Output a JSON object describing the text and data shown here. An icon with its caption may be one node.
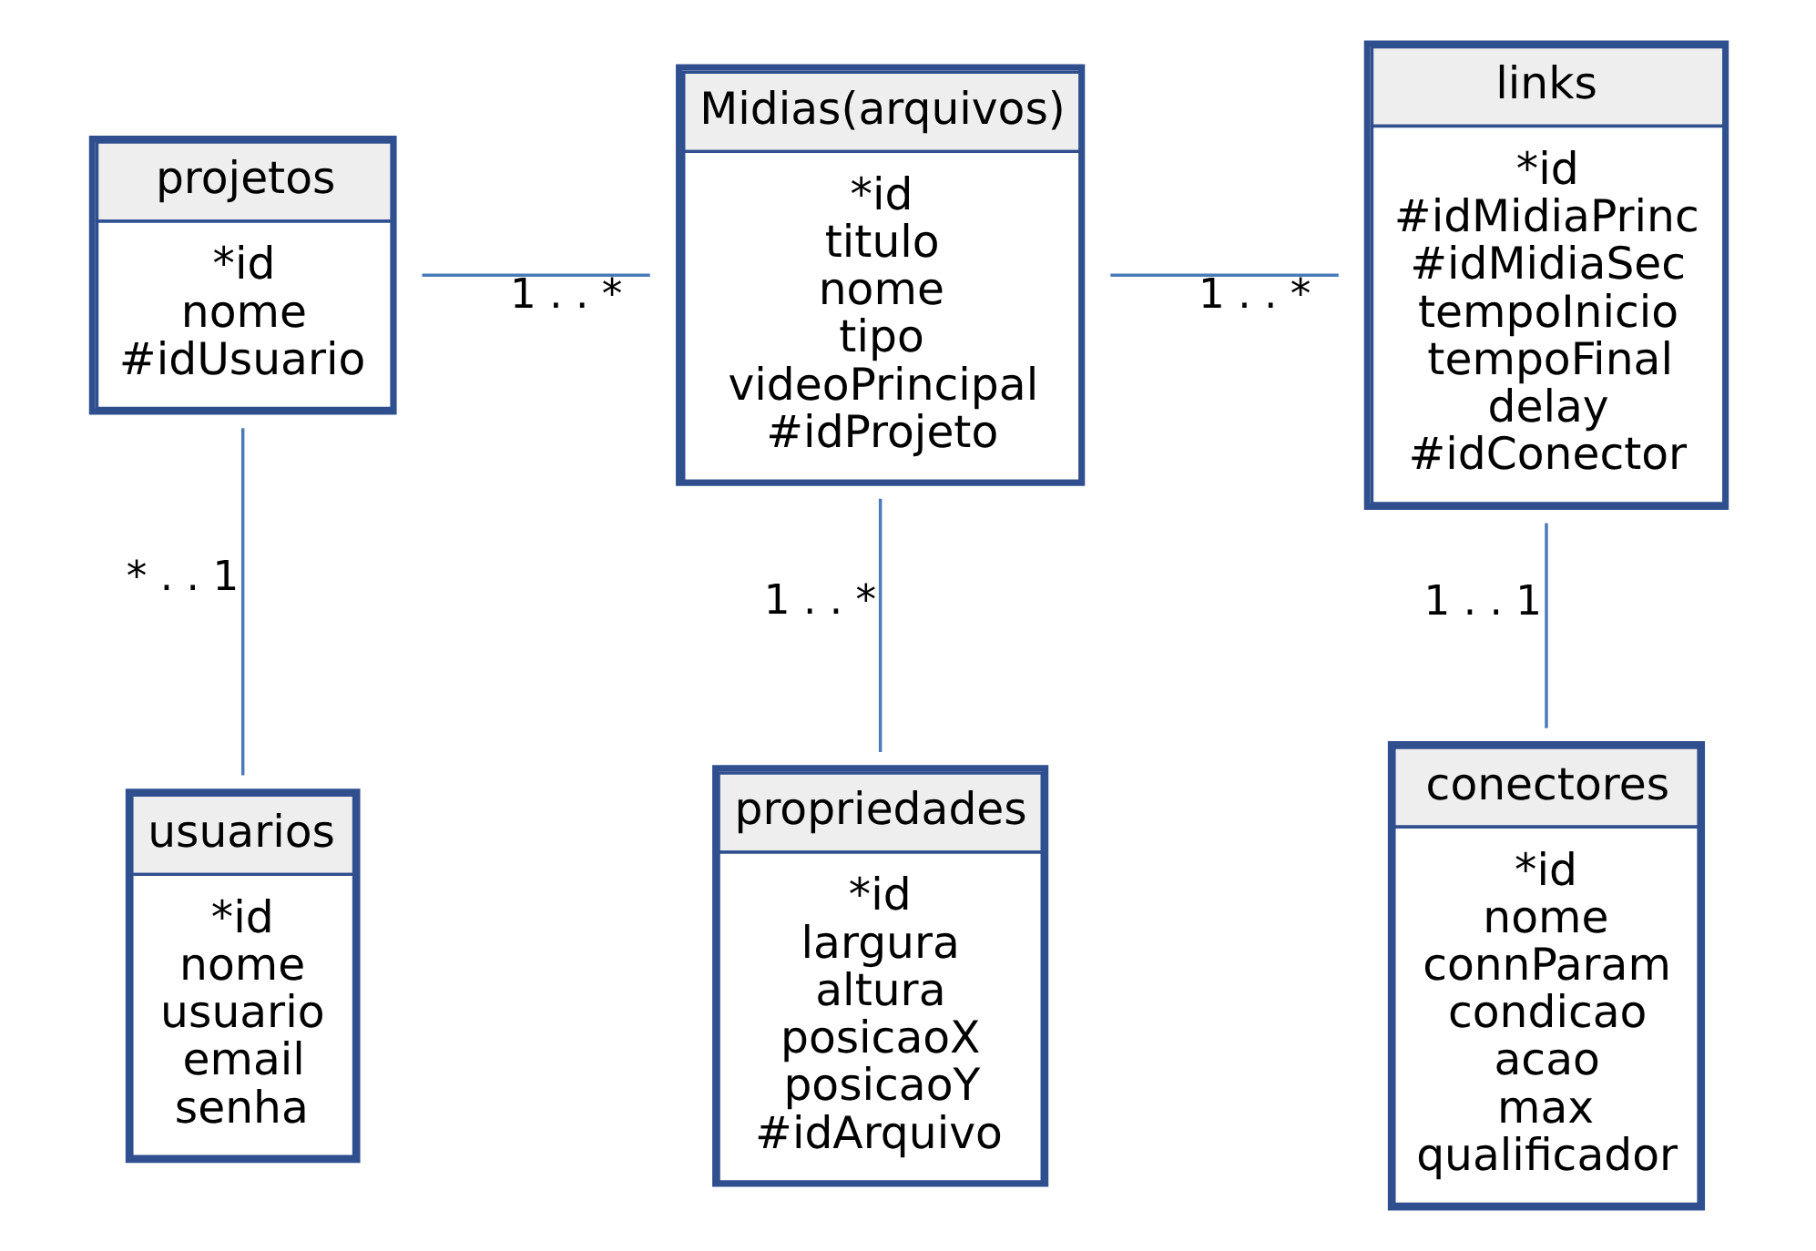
{
  "diagram": {
    "nodes": [
      {
        "text": [
          "projetos",
          "*id",
          "nome",
          "#idUsuario"
        ]
      },
      {
        "text": [
          "Midias(arquivos)",
          "*id",
          "titulo",
          "nome",
          "tipo",
          "videoPrincipal",
          "#idProjeto"
        ]
      },
      {
        "text": [
          "links",
          "*id",
          "#idMidiaPrinc",
          "#idMidiaSec",
          "tempoInicio",
          "tempoFinal",
          "delay",
          "#idConector"
        ]
      },
      {
        "text": [
          "usuarios",
          "*id",
          "nome",
          "usuario",
          "email",
          "senha"
        ]
      },
      {
        "text": [
          "propriedades",
          "*id",
          "largura",
          "altura",
          "posicaoX",
          "posicaoY",
          "#idArquivo"
        ]
      },
      {
        "text": [
          "conectores",
          "*id",
          "nome",
          "connParam",
          "condicao",
          "acao",
          "max",
          "qualificador"
        ]
      }
    ],
    "edges": [
      {
        "from": 0,
        "to": 1,
        "arrow": "none",
        "label": "1 . . *"
      },
      {
        "from": 1,
        "to": 2,
        "arrow": "none",
        "label": "1 . . *"
      },
      {
        "from": 0,
        "to": 3,
        "arrow": "none",
        "label": "* . . 1"
      },
      {
        "from": 1,
        "to": 4,
        "arrow": "none",
        "label": "1 . . *"
      },
      {
        "from": 2,
        "to": 5,
        "arrow": "none",
        "label": "1 . . 1"
      }
    ]
  }
}
